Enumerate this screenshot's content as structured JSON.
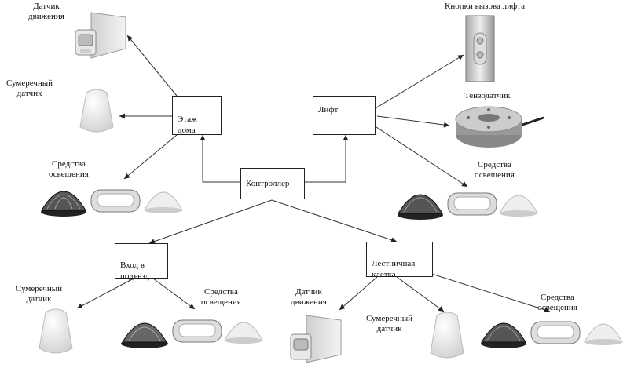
{
  "nodes": {
    "controller": "Контроллер",
    "floor": "Этаж\nдома",
    "lift": "Лифт",
    "entrance": "Вход в\nподъезд",
    "stairs": "Лестничная\nклетка"
  },
  "labels": {
    "motion_top": "Датчик\nдвижения",
    "twilight_top": "Сумеречный\nдатчик",
    "lights_left": "Средства\nосвещения",
    "lift_buttons": "Кнопки вызова лифта",
    "tenso": "Тензодатчик",
    "lights_right": "Средства\nосвещения",
    "twilight_entr": "Сумеречный\nдатчик",
    "lights_entr": "Средства\nосвещения",
    "motion_stairs": "Датчик\nдвижения",
    "twilight_stairs": "Сумеречный\nдатчик",
    "lights_stairs": "Средства\nосвещения"
  },
  "icons": [
    "motion-sensor-icon",
    "twilight-sensor-icon",
    "dome-lamp-icon",
    "oval-lamp-icon",
    "lift-call-button-icon",
    "load-cell-icon"
  ]
}
